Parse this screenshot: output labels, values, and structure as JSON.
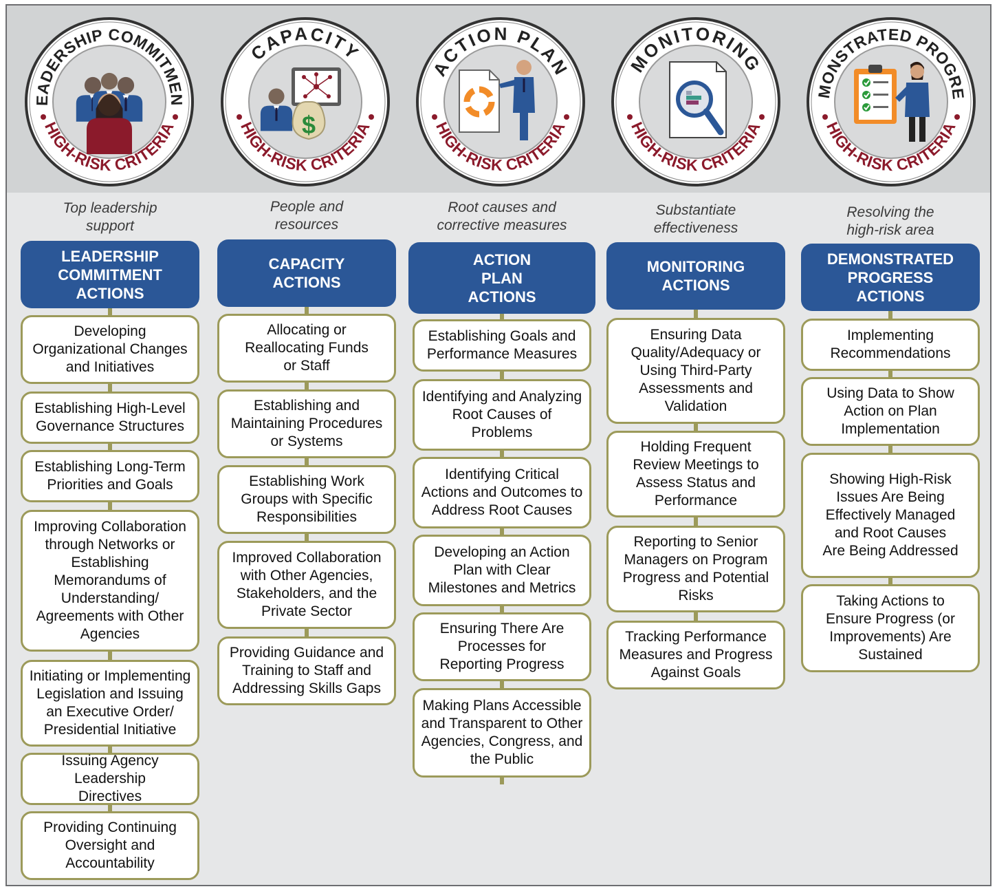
{
  "badge_ring_text": "HIGH-RISK CRITERIA",
  "colors": {
    "header_blue": "#2b5797",
    "box_border": "#9c9a5a",
    "ring_text_red": "#8b1a2b",
    "band_gray": "#d1d3d4",
    "panel_gray": "#e6e7e8"
  },
  "columns": [
    {
      "badge_title": "LEADERSHIP COMMITMENT",
      "badge_icon": "leadership-group-icon",
      "subtitle": "Top leadership support",
      "header": "LEADERSHIP COMMITMENT ACTIONS",
      "items": [
        "Developing Organizational Changes and Initiatives",
        "Establishing High-Level Governance Structures",
        "Establishing Long-Term Priorities and Goals",
        "Improving Collaboration through Networks or Establishing Memorandums of Understanding/ Agreements with Other Agencies",
        "Initiating or Implementing Legislation and Issuing an Executive Order/ Presidential Initiative",
        "Issuing Agency Leadership Directives",
        "Providing Continuing Oversight and Accountability"
      ]
    },
    {
      "badge_title": "CAPACITY",
      "badge_icon": "money-bag-monitor-icon",
      "subtitle": "People and resources",
      "header": "CAPACITY ACTIONS",
      "items": [
        "Allocating or Reallocating Funds or Staff",
        "Establishing and Maintaining Procedures or Systems",
        "Establishing Work Groups with Specific Responsibilities",
        "Improved Collaboration with Other Agencies, Stakeholders, and the Private Sector",
        "Providing Guidance and Training to Staff and Addressing Skills Gaps"
      ]
    },
    {
      "badge_title": "ACTION PLAN",
      "badge_icon": "plan-document-icon",
      "subtitle": "Root causes and corrective measures",
      "header": "ACTION PLAN ACTIONS",
      "items": [
        "Establishing Goals and Performance Measures",
        "Identifying and Analyzing Root Causes of Problems",
        "Identifying Critical Actions and Outcomes to Address Root Causes",
        "Developing an Action Plan with Clear Milestones and Metrics",
        "Ensuring There Are Processes for Reporting Progress",
        "Making Plans Accessible and Transparent to Other Agencies, Congress, and the Public"
      ]
    },
    {
      "badge_title": "MONITORING",
      "badge_icon": "magnifier-document-icon",
      "subtitle": "Substantiate effectiveness",
      "header": "MONITORING ACTIONS",
      "items": [
        "Ensuring Data Quality/Adequacy or Using Third-Party Assessments and Validation",
        "Holding Frequent Review Meetings to Assess Status and Performance",
        "Reporting to Senior Managers on Program Progress and Potential Risks",
        "Tracking Performance Measures and Progress Against Goals"
      ]
    },
    {
      "badge_title": "DEMONSTRATED PROGRESS",
      "badge_icon": "checklist-person-icon",
      "subtitle": "Resolving the high-risk area",
      "header": "DEMONSTRATED PROGRESS ACTIONS",
      "items": [
        "Implementing Recommendations",
        "Using Data to Show Action on Plan Implementation",
        "Showing High-Risk Issues Are Being Effectively Managed and Root Causes Are Being Addressed",
        "Taking Actions to Ensure Progress (or Improvements) Are Sustained"
      ]
    }
  ]
}
